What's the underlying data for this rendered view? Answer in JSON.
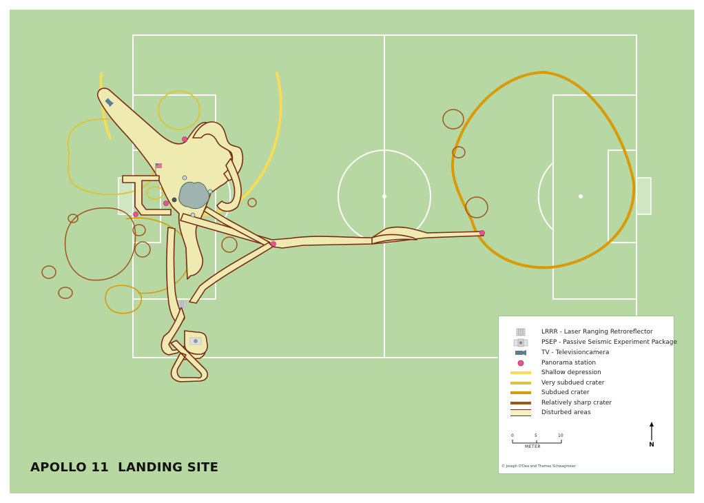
{
  "title": "APOLLO 11  LANDING SITE",
  "colors": {
    "background": "#b7d7a3",
    "field_lines": "#ffffff",
    "shallow_depression": "#f7dc55",
    "very_subdued_crater": "#dcc43a",
    "subdued_crater": "#d99a06",
    "relatively_sharp_crater": "#a0561a",
    "disturbed_fill": "#efeab0",
    "disturbed_outline": "#7a2a14",
    "panorama_station": "#e8558a",
    "tv_camera": "#5a7d96",
    "lunar_module": "#9fb4b0"
  },
  "legend": {
    "items": [
      {
        "symbol": "lrrr-icon",
        "label": "LRRR - Laser Ranging Retroreflector"
      },
      {
        "symbol": "psep-icon",
        "label": "PSEP - Passive Seismic Experiment Package"
      },
      {
        "symbol": "tv-camera-icon",
        "label": "TV - Televisioncamera"
      },
      {
        "symbol": "panorama-station-icon",
        "label": "Panorama station"
      },
      {
        "symbol": "shallow-depression-line",
        "label": "Shallow depression"
      },
      {
        "symbol": "very-subdued-crater-line",
        "label": "Very subdued crater"
      },
      {
        "symbol": "subdued-crater-line",
        "label": "Subdued crater"
      },
      {
        "symbol": "relatively-sharp-crater-line",
        "label": "Relatively sharp crater"
      },
      {
        "symbol": "disturbed-areas-swatch",
        "label": "Disturbed areas"
      }
    ],
    "scale": {
      "ticks": [
        "0",
        "5",
        "10"
      ],
      "unit": "METER"
    },
    "north_label": "N",
    "credit": "© Joseph O'Dea and Thomas Schwagmeier"
  }
}
